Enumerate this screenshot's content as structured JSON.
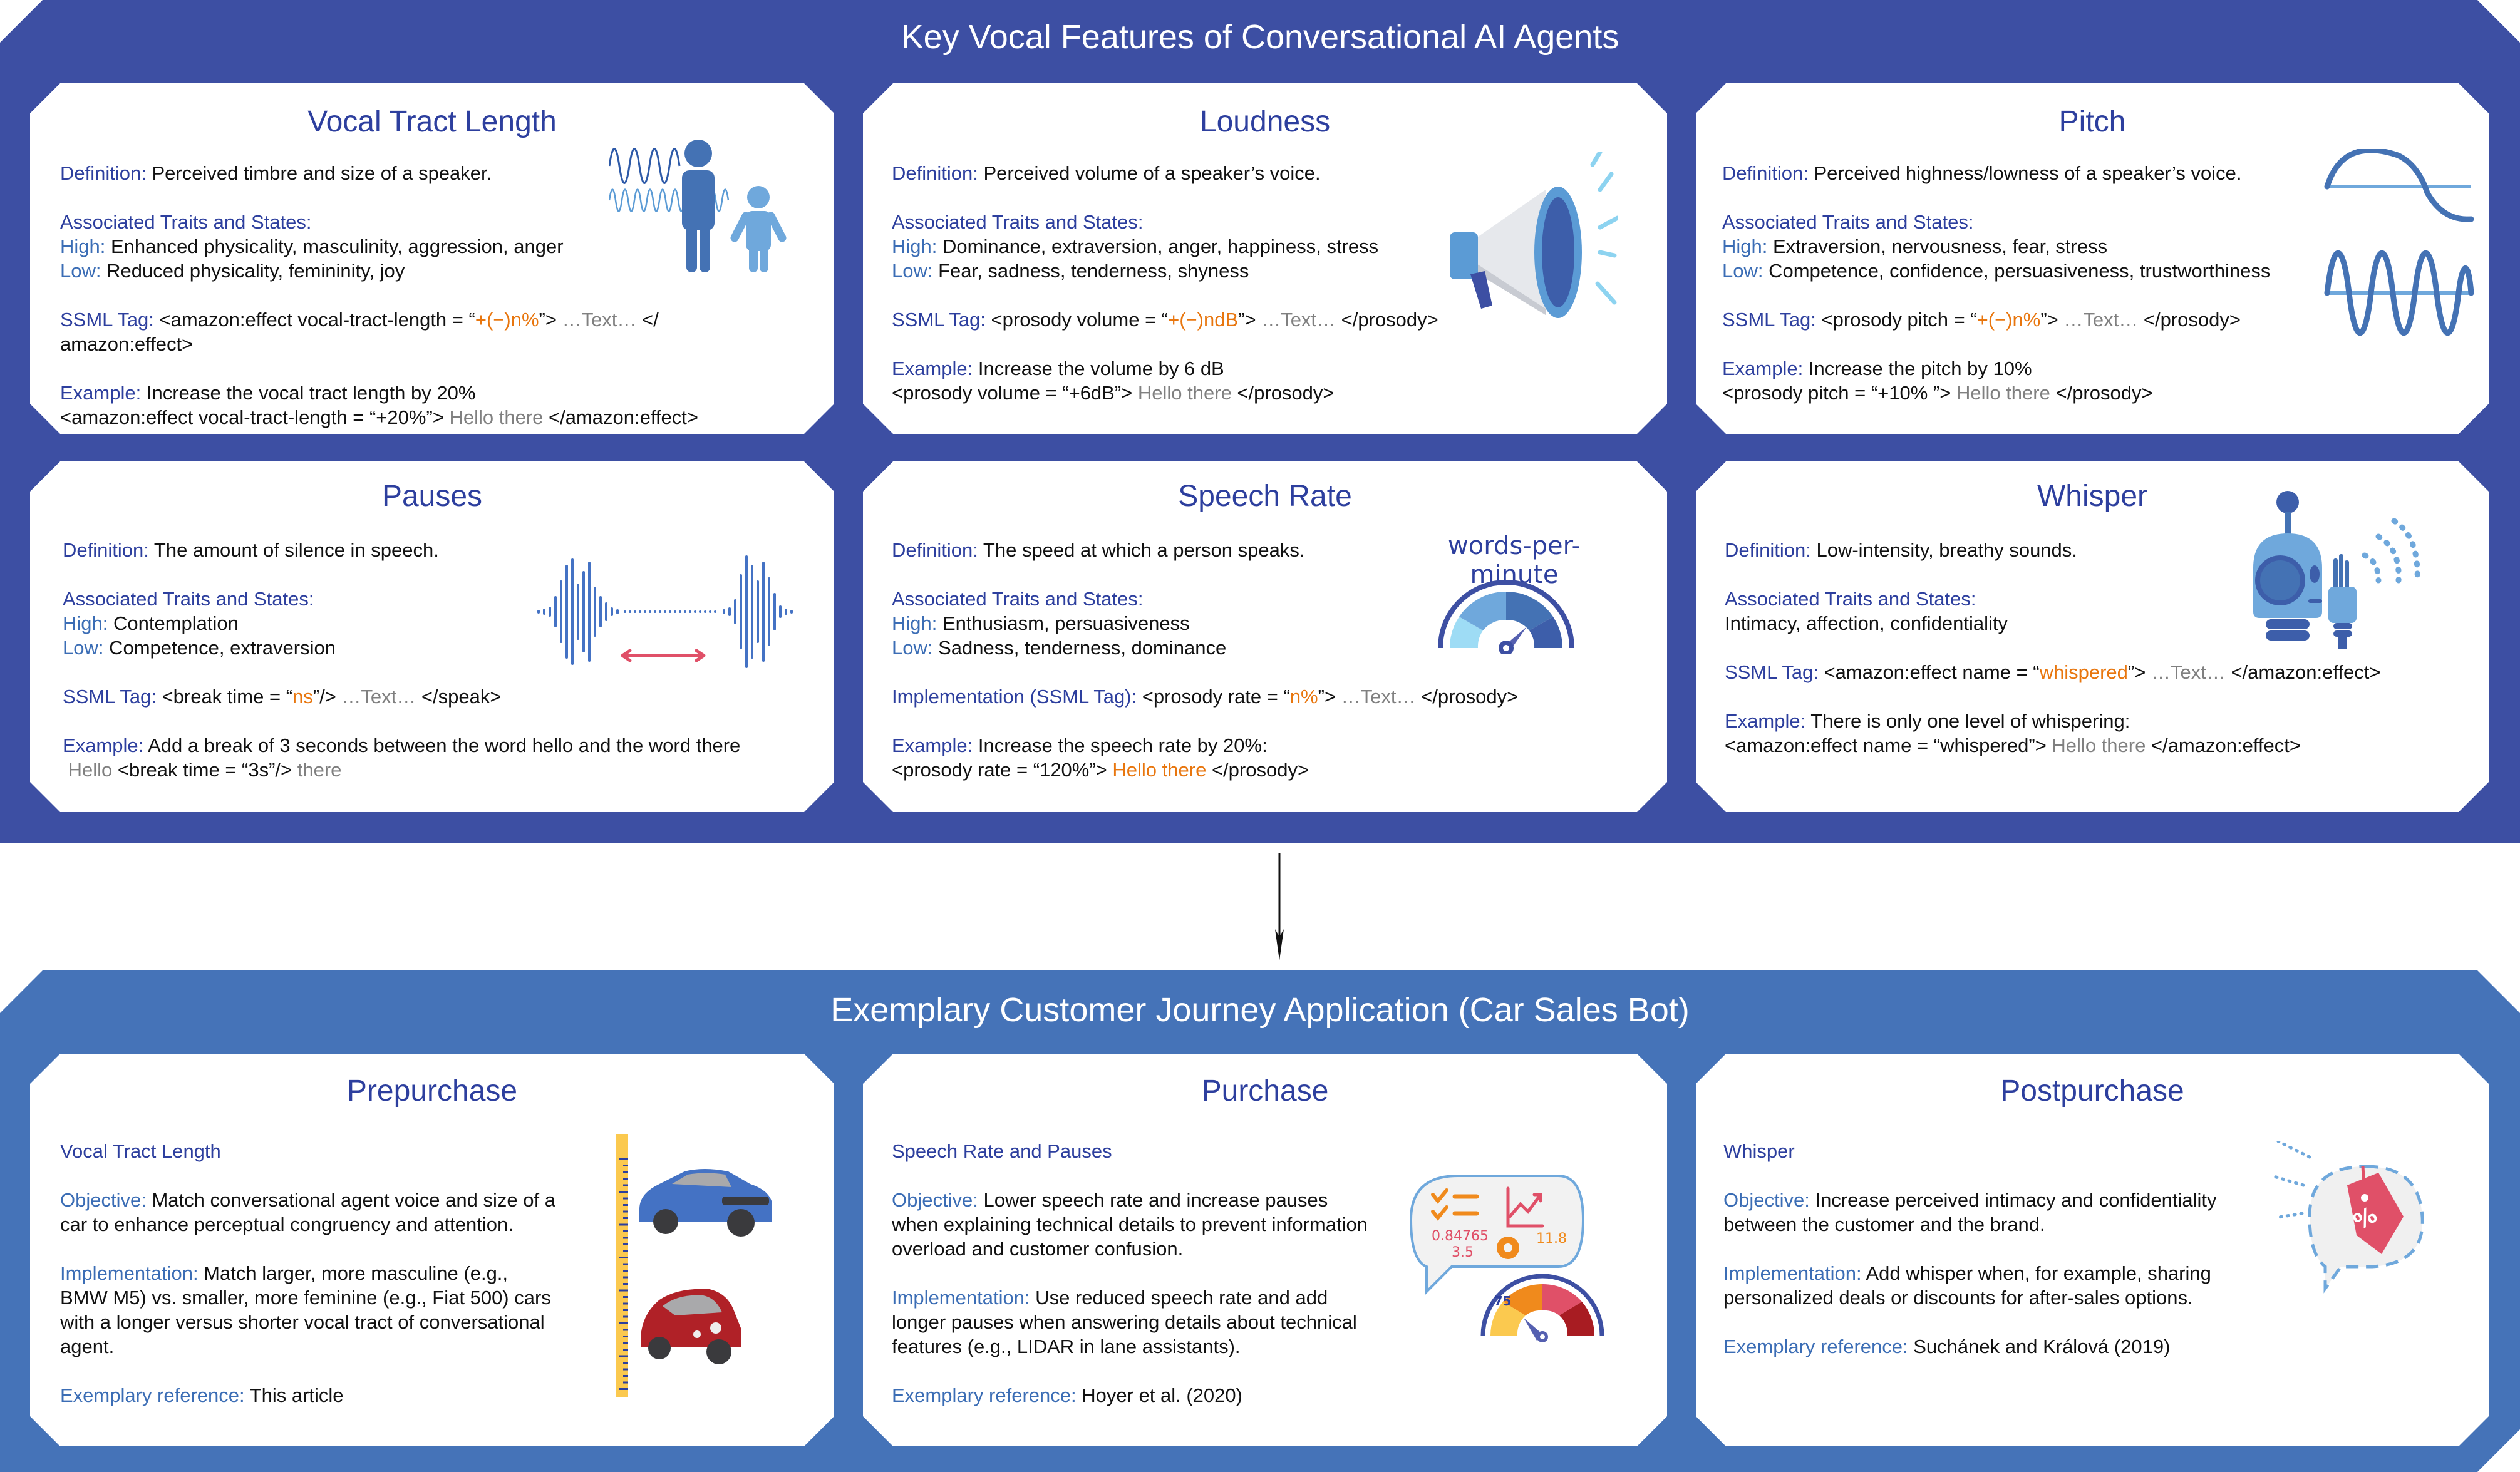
{
  "top_section": {
    "title": "Key Vocal Features of Conversational AI Agents",
    "cards": {
      "vtl": {
        "title": "Vocal Tract Length",
        "definition_label": "Definition:",
        "definition": " Perceived timbre and size of a speaker.",
        "traits_label": "Associated Traits and States:",
        "high_label": "High:",
        "high": " Enhanced physicality, masculinity, aggression, anger",
        "low_label": "Low:",
        "low": " Reduced physicality, femininity, joy",
        "ssml_label": "SSML Tag:",
        "ssml_pre": " <amazon:effect vocal-tract-length = “",
        "ssml_var": "+(−)n%",
        "ssml_mid": "”> ",
        "ssml_text": "…Text…",
        "ssml_post": " </",
        "ssml_line2": "amazon:effect>",
        "example_label": "Example:",
        "example": " Increase the vocal tract length by 20%",
        "example_code_pre": "<amazon:effect vocal-tract-length = “+20%”> ",
        "example_code_hl": "Hello there",
        "example_code_post": " </amazon:effect>"
      },
      "loudness": {
        "title": "Loudness",
        "definition_label": "Definition:",
        "definition": " Perceived volume of a speaker’s voice.",
        "traits_label": "Associated Traits and States:",
        "high_label": "High:",
        "high": " Dominance, extraversion, anger, happiness, stress",
        "low_label": "Low:",
        "low": " Fear, sadness, tenderness, shyness",
        "ssml_label": "SSML Tag:",
        "ssml_pre": " <prosody volume = “",
        "ssml_var": "+(−)ndB",
        "ssml_mid": "”> ",
        "ssml_text": "…Text…",
        "ssml_post": " </prosody>",
        "example_label": "Example:",
        "example": " Increase the volume by 6 dB",
        "example_code_pre": "<prosody volume = “+6dB”> ",
        "example_code_hl": "Hello there",
        "example_code_post": " </prosody>"
      },
      "pitch": {
        "title": "Pitch",
        "definition_label": "Definition:",
        "definition": " Perceived highness/lowness of a speaker’s voice.",
        "traits_label": "Associated Traits and States:",
        "high_label": "High:",
        "high": " Extraversion, nervousness, fear, stress",
        "low_label": "Low:",
        "low": " Competence, confidence, persuasiveness, trustworthiness",
        "ssml_label": "SSML Tag:",
        "ssml_pre": " <prosody pitch = “",
        "ssml_var": "+(−)n%",
        "ssml_mid": "”> ",
        "ssml_text": "…Text…",
        "ssml_post": " </prosody>",
        "example_label": "Example:",
        "example": " Increase the pitch by 10%",
        "example_code_pre": "<prosody pitch = “+10% ”> ",
        "example_code_hl": "Hello there",
        "example_code_post": " </prosody>"
      },
      "pauses": {
        "title": "Pauses",
        "definition_label": "Definition:",
        "definition": " The amount of silence in speech.",
        "traits_label": "Associated Traits and States:",
        "high_label": "High:",
        "high": " Contemplation",
        "low_label": "Low:",
        "low": " Competence, extraversion",
        "ssml_label": "SSML Tag:",
        "ssml_pre": " <break time = “",
        "ssml_var": "ns",
        "ssml_mid": "”/> ",
        "ssml_text": "…Text…",
        "ssml_post": " </speak>",
        "example_label": "Example:",
        "example": " Add a break of 3 seconds between the word hello and the word there",
        "example_code_hl1": "Hello",
        "example_code_mid": " <break time = “3s”/> ",
        "example_code_hl2": "there"
      },
      "speech_rate": {
        "title": "Speech Rate",
        "definition_label": "Definition:",
        "definition": " The speed at which a person speaks.",
        "traits_label": "Associated Traits and States:",
        "high_label": "High:",
        "high": " Enthusiasm, persuasiveness",
        "low_label": "Low:",
        "low": " Sadness, tenderness, dominance",
        "ssml_label": "Implementation (SSML Tag):",
        "ssml_pre": " <prosody rate = “",
        "ssml_var": "n%",
        "ssml_mid": "”> ",
        "ssml_text": "…Text…",
        "ssml_post": " </prosody>",
        "example_label": "Example:",
        "example": " Increase the speech rate by 20%:",
        "example_code_pre": "<prosody rate = “120%”> ",
        "example_code_hl": "Hello there",
        "example_code_post": " </prosody>",
        "gauge_caption": "words-per-minute"
      },
      "whisper": {
        "title": "Whisper",
        "definition_label": "Definition:",
        "definition": " Low-intensity, breathy sounds.",
        "traits_label": "Associated Traits and States:",
        "traits": "Intimacy, affection, confidentiality",
        "ssml_label": "SSML Tag:",
        "ssml_pre": " <amazon:effect name = “",
        "ssml_var": "whispered",
        "ssml_mid": "”> ",
        "ssml_text": "…Text…",
        "ssml_post": " </amazon:effect>",
        "example_label": "Example:",
        "example": " There is only one level of whispering:",
        "example_code_pre": "<amazon:effect name = “whispered”> ",
        "example_code_hl": "Hello there",
        "example_code_post": " </amazon:effect>"
      }
    }
  },
  "bottom_section": {
    "title": "Exemplary Customer Journey Application (Car Sales Bot)",
    "cards": {
      "prepurchase": {
        "title": "Prepurchase",
        "feature": "Vocal Tract Length",
        "objective_label": "Objective:",
        "objective_l1": " Match conversational agent voice and size of a",
        "objective_l2": "car to enhance perceptual congruency and attention.",
        "implementation_label": "Implementation:",
        "implementation_l1": " Match larger, more masculine (e.g.,",
        "implementation_l2": "BMW M5) vs. smaller, more feminine (e.g., Fiat 500) cars",
        "implementation_l3": "with a longer versus shorter vocal tract of conversational",
        "implementation_l4": "agent.",
        "reference_label": "Exemplary reference:",
        "reference": " This article"
      },
      "purchase": {
        "title": "Purchase",
        "feature": "Speech Rate and Pauses",
        "objective_label": "Objective:",
        "objective_l1": " Lower speech rate and increase pauses",
        "objective_l2": "when explaining technical details to prevent information",
        "objective_l3": "overload and customer confusion.",
        "implementation_label": "Implementation:",
        "implementation_l1": " Use reduced speech rate and add",
        "implementation_l2": "longer pauses when answering details about technical",
        "implementation_l3": "features (e.g., LIDAR in lane assistants).",
        "reference_label": "Exemplary reference:",
        "reference": " Hoyer et al. (2020)",
        "illustration_values": [
          "0.84765",
          "3.5",
          "11.8",
          ".75"
        ]
      },
      "postpurchase": {
        "title": "Postpurchase",
        "feature": "Whisper",
        "objective_label": "Objective:",
        "objective_l1": " Increase perceived intimacy and confidentiality",
        "objective_l2": "between the customer and the brand.",
        "implementation_label": "Implementation:",
        "implementation_l1": " Add whisper when, for example, sharing",
        "implementation_l2": "personalized deals or discounts for after-sales options.",
        "reference_label": "Exemplary reference:",
        "reference": " Suchánek and Králová (2019)",
        "tag_symbol": "%"
      }
    }
  },
  "colors": {
    "top_frame": "#3d4fa3",
    "bottom_frame": "#4573b8",
    "heading": "#2d3f9e",
    "label_blue": "#3b6db5",
    "highlight_orange": "#e8760e",
    "muted_gray": "#808080"
  }
}
